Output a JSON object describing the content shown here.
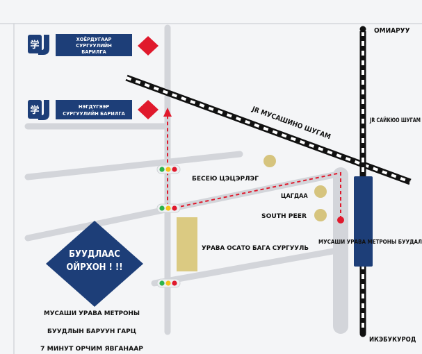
{
  "legend": [
    {
      "label_lines": [
        "ХОЁРДУГААР",
        "СУРГУУЛИЙН",
        "БАРИЛГА"
      ]
    },
    {
      "label_lines": [
        "НЭГДҮГЭЭР",
        "СУРГУУЛИЙН БАРИЛГА"
      ]
    }
  ],
  "railways": {
    "diagonal": "JR МУСАШИНО ШУГАМ",
    "vertical_top": "ОМИАРУУ",
    "vertical_side": "JR САЙКЮО ШУГАМ",
    "vertical_bottom": "ИКЭБУКУРОД"
  },
  "places": {
    "bicycle": "БЕСЕЮ ЦЭЦЭРЛЭГ",
    "police": "ЦАГДАА",
    "south_peer": "SOUTH PEER",
    "school": "УРАВА ОСАТО БАГА СУРГУУЛЬ",
    "station": "МУСАШИ УРАВА МЕТРОНЫ БУУДАЛ"
  },
  "callout": {
    "diamond_lines": [
      "БУУДЛААС",
      "ОЙРХОН ! !!"
    ],
    "note_lines": [
      "МУСАШИ УРАВА МЕТРОНЫ",
      "БУУДЛЫН БАРУУН ГАРЦ",
      "7 МИНУТ ОРЧИМ ЯВГАНААР"
    ]
  },
  "colors": {
    "navy": "#1d3e78",
    "road": "#d3d5da",
    "marker": "#e0192c",
    "poi": "#d6c47e",
    "school": "#dbca82"
  }
}
